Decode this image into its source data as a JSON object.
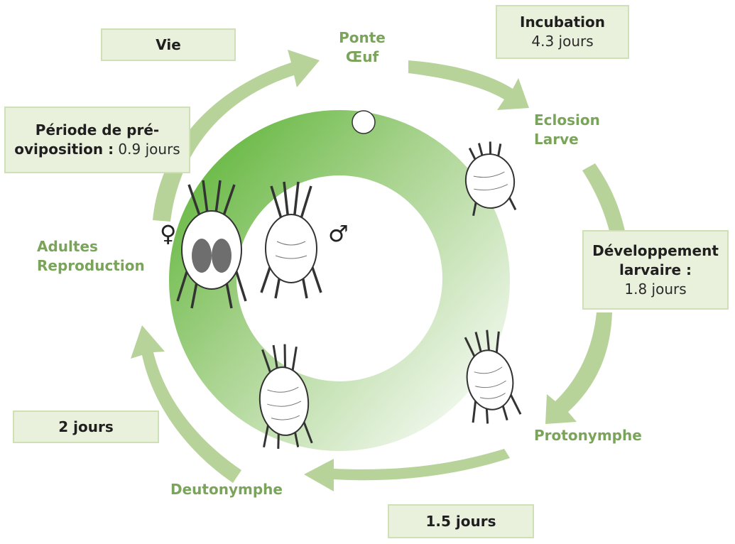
{
  "colors": {
    "ring_light": "#f2f7ee",
    "ring_dark": "#6cb844",
    "arrow": "#b7d39a",
    "box_fill": "#e9f1dc",
    "box_border": "#cfdfb6",
    "stage_text": "#7aa45a",
    "mite_fill": "#ffffff",
    "mite_dark": "#555555"
  },
  "boxes": {
    "vie": "Vie",
    "incubation": {
      "title": "Incubation",
      "value": "4.3 jours"
    },
    "preoviposition": {
      "title": "Période de pré-",
      "line2_bold": "oviposition :",
      "line2_value": " 0.9 jours"
    },
    "developpement": {
      "line1": "Développement",
      "line2": "larvaire :",
      "value": "1.8 jours"
    },
    "deux_jours": "2 jours",
    "un_cinq_jours": "1.5 jours"
  },
  "stages": {
    "ponte": {
      "line1": "Ponte",
      "line2": "Œuf"
    },
    "eclosion": {
      "line1": "Eclosion",
      "line2": "Larve"
    },
    "protonymphe": "Protonymphe",
    "deutonymphe": "Deutonymphe",
    "adultes": {
      "line1": "Adultes",
      "line2": "Reproduction"
    }
  },
  "symbols": {
    "female": "♀",
    "male": "♂"
  },
  "icons": {
    "egg": "egg-icon",
    "larva": "larva-mite-icon",
    "protonymph": "protonymph-mite-icon",
    "deutonymph": "deutonymph-mite-icon",
    "female": "female-mite-icon",
    "male": "male-mite-icon"
  }
}
